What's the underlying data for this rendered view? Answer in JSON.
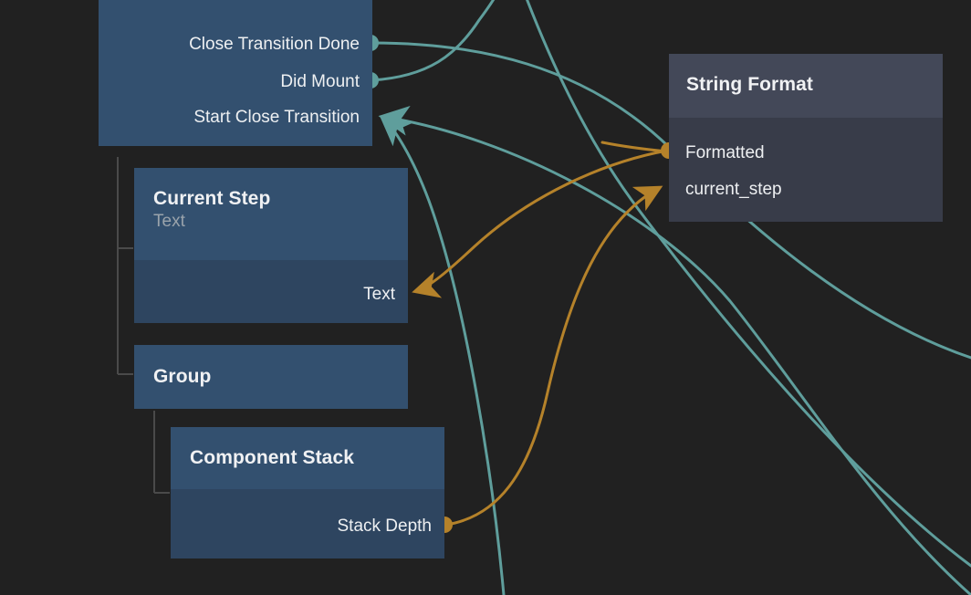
{
  "canvas": {
    "background_color": "#212121",
    "wire_exec_color": "#5f9e9c",
    "wire_data_color": "#b5822a",
    "tree_line_color": "#4a4a4a"
  },
  "nodes": [
    {
      "id": "scene-root",
      "style": "blue",
      "title": "",
      "subtitle": "",
      "ports": [
        {
          "id": "close-transition-done",
          "label": "Close Transition Done",
          "side": "right",
          "kind": "exec-out",
          "marker": "dot",
          "color": "#5f9e9c"
        },
        {
          "id": "did-mount",
          "label": "Did Mount",
          "side": "right",
          "kind": "exec-out",
          "marker": "dot",
          "color": "#5f9e9c"
        },
        {
          "id": "start-close-transition",
          "label": "Start Close Transition",
          "side": "right",
          "kind": "exec-in",
          "marker": "arrow",
          "color": "#5f9e9c"
        }
      ]
    },
    {
      "id": "current-step",
      "style": "blue",
      "title": "Current Step",
      "subtitle": "Text",
      "ports": [
        {
          "id": "text",
          "label": "Text",
          "side": "right",
          "kind": "data-in",
          "marker": "arrow",
          "color": "#b5822a"
        }
      ]
    },
    {
      "id": "group",
      "style": "blue",
      "title": "Group",
      "subtitle": "",
      "ports": []
    },
    {
      "id": "component-stack",
      "style": "blue",
      "title": "Component Stack",
      "subtitle": "",
      "ports": [
        {
          "id": "stack-depth",
          "label": "Stack Depth",
          "side": "right",
          "kind": "data-out",
          "marker": "dot",
          "color": "#b5822a"
        }
      ]
    },
    {
      "id": "string-format",
      "style": "grey",
      "title": "String Format",
      "subtitle": "",
      "ports": [
        {
          "id": "formatted",
          "label": "Formatted",
          "side": "left",
          "kind": "data-out",
          "marker": "dot",
          "color": "#b5822a"
        },
        {
          "id": "current_step",
          "label": "current_step",
          "side": "left",
          "kind": "data-in",
          "marker": "arrow",
          "color": "#b5822a"
        }
      ]
    }
  ],
  "labels": {
    "close_transition_done": "Close Transition Done",
    "did_mount": "Did Mount",
    "start_close_transition": "Start Close Transition",
    "current_step_title": "Current Step",
    "current_step_subtitle": "Text",
    "current_step_port_text": "Text",
    "group_title": "Group",
    "component_stack_title": "Component Stack",
    "stack_depth": "Stack Depth",
    "string_format_title": "String Format",
    "formatted": "Formatted",
    "current_step_var": "current_step"
  }
}
